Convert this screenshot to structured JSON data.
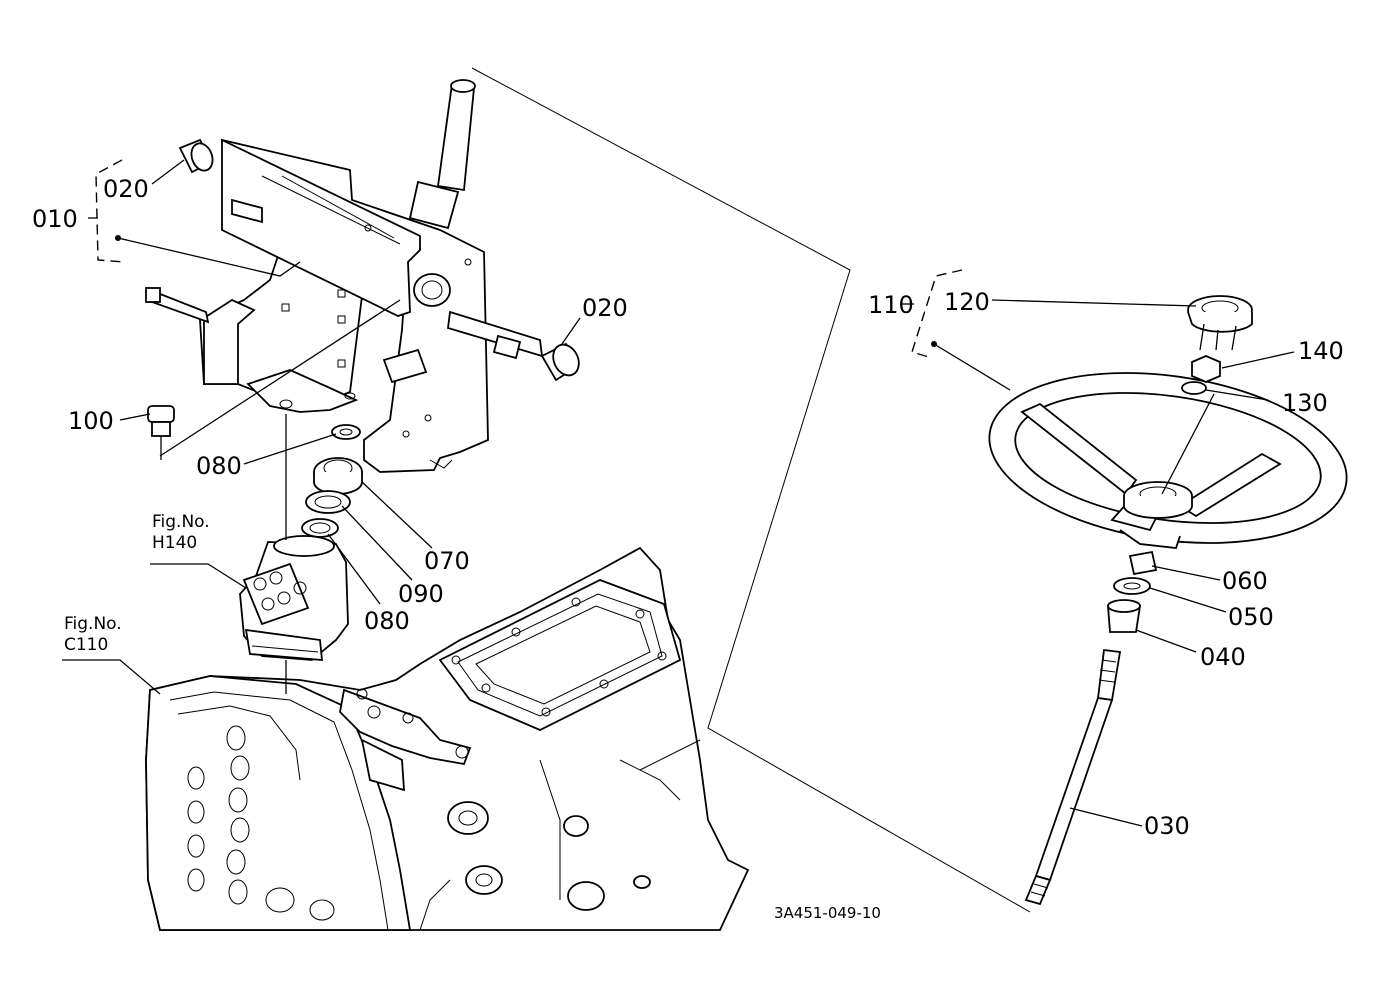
{
  "diagram": {
    "figure_code": "3A451-049-10",
    "callouts": [
      {
        "key": "010",
        "text": "010"
      },
      {
        "key": "020a",
        "text": "020"
      },
      {
        "key": "020b",
        "text": "020"
      },
      {
        "key": "100",
        "text": "100"
      },
      {
        "key": "080a",
        "text": "080"
      },
      {
        "key": "070",
        "text": "070"
      },
      {
        "key": "090",
        "text": "090"
      },
      {
        "key": "080b",
        "text": "080"
      },
      {
        "key": "110",
        "text": "110"
      },
      {
        "key": "120",
        "text": "120"
      },
      {
        "key": "140",
        "text": "140"
      },
      {
        "key": "130",
        "text": "130"
      },
      {
        "key": "060",
        "text": "060"
      },
      {
        "key": "050",
        "text": "050"
      },
      {
        "key": "040",
        "text": "040"
      },
      {
        "key": "030",
        "text": "030"
      }
    ],
    "figure_refs": [
      {
        "line1": "Fig.No.",
        "line2": "H140"
      },
      {
        "line1": "Fig.No.",
        "line2": "C110"
      }
    ]
  }
}
